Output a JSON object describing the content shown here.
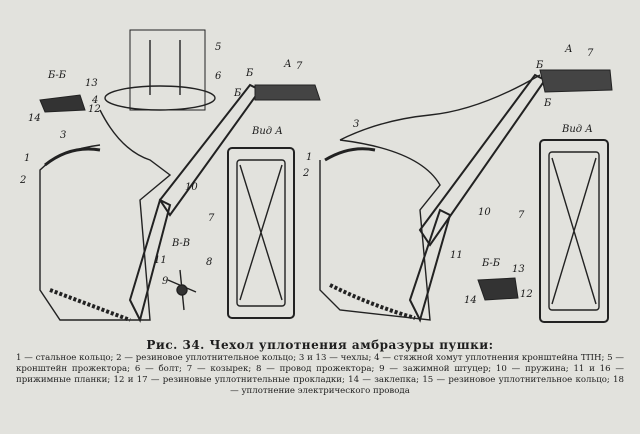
{
  "figure": {
    "left_labels": [
      "5",
      "6",
      "4",
      "13",
      "Б-Б",
      "14",
      "12",
      "3",
      "1",
      "2",
      "Б",
      "Б",
      "А",
      "7",
      "Вид А",
      "7",
      "10",
      "11",
      "В-В",
      "8",
      "9"
    ],
    "right_labels": [
      "3",
      "1",
      "2",
      "Б",
      "Б",
      "А",
      "7",
      "Вид А",
      "10",
      "11",
      "7",
      "Б-Б",
      "13",
      "14",
      "12"
    ]
  },
  "caption": "Рис. 34. Чехол уплотнения амбразуры пушки:",
  "legend": "1 — стальное кольцо; 2 — резиновое уплотнительное кольцо; 3 и 13 — чехлы; 4 — стяжной хомут уплотнения кронштейна ТПН; 5 — кронштейн прожектора; 6 — болт; 7 — козырек; 8 — провод прожектора; 9 — зажимной штуцер; 10 — пружина; 11 и 16 — прижимные планки; 12 и 17 — резиновые уплотнительные прокладки; 14 — заклепка; 15 — резиновое уплотнительное кольцо; 18 — уплотнение электрического провода"
}
